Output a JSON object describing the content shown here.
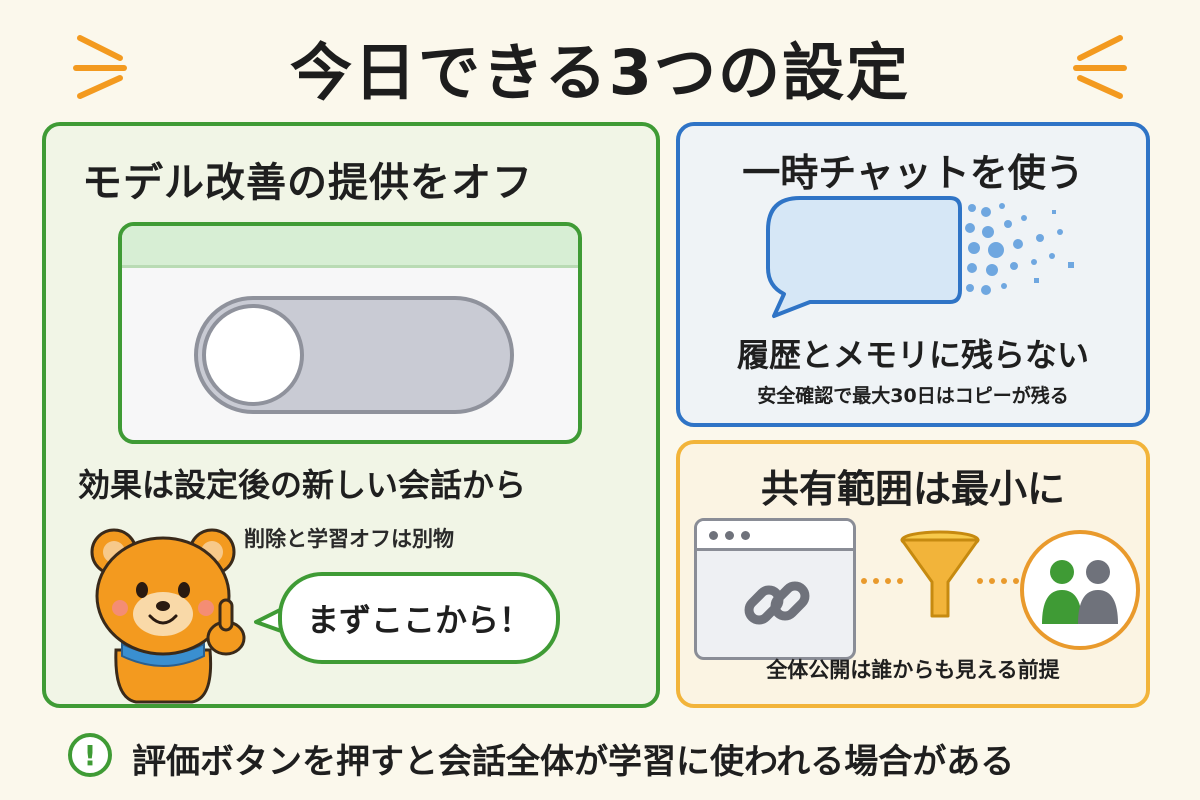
{
  "title": "今日できる3つの設定",
  "colors": {
    "green": "#3f9b35",
    "blue": "#2f74c6",
    "orange": "#f2b43a",
    "bear": "#f39a1f"
  },
  "model_card": {
    "heading": "モデル改善の提供をオフ",
    "effect": "効果は設定後の新しい会話から",
    "note": "削除と学習オフは別物",
    "speech": "まずここから！",
    "icons": [
      "window-icon",
      "toggle-off-icon",
      "bear-mascot-icon"
    ]
  },
  "temp_card": {
    "heading": "一時チャットを使う",
    "subtitle": "履歴とメモリに残らない",
    "note": "安全確認で最大30日はコピーが残る",
    "icons": [
      "chat-bubble-icon"
    ]
  },
  "share_card": {
    "heading": "共有範囲は最小に",
    "note": "全体公開は誰からも見える前提",
    "icons": [
      "link-icon",
      "funnel-icon",
      "people-icon"
    ]
  },
  "footer": {
    "icon": "exclamation-icon",
    "note": "評価ボタンを押すと会話全体が学習に使われる場合がある"
  }
}
